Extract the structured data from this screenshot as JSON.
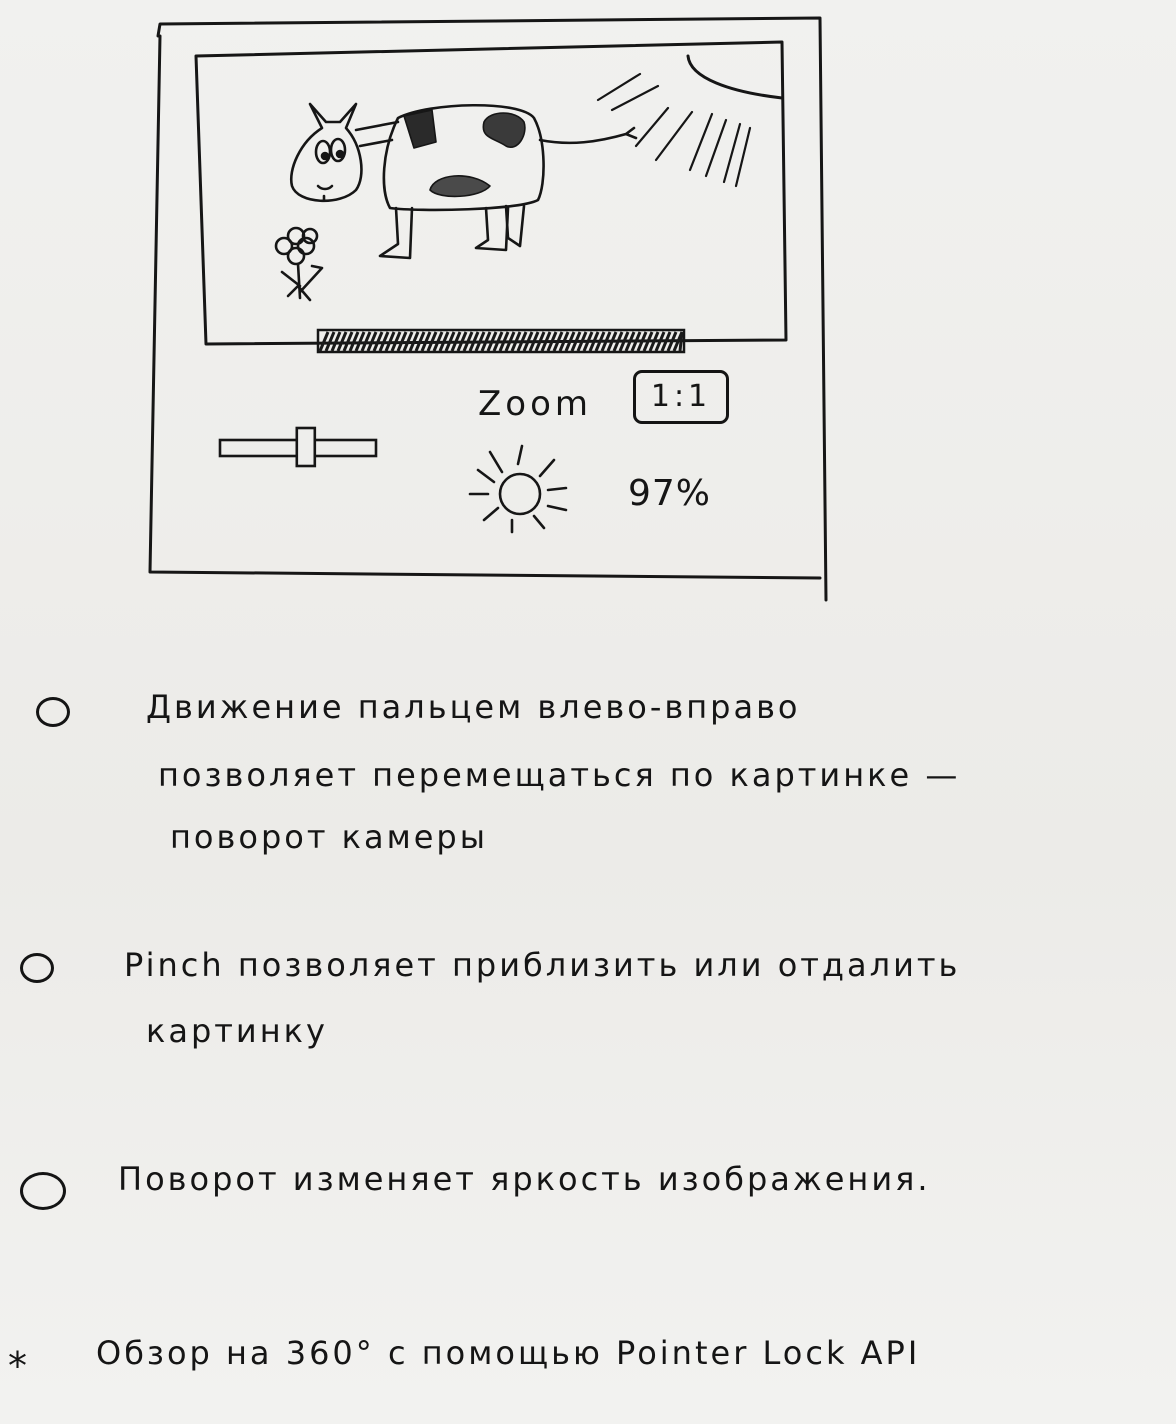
{
  "controls": {
    "zoom_label": "Zoom",
    "zoom_value": "1:1",
    "brightness_value": "97%",
    "slider_level": 0.55,
    "scrollbar_fill": 1.0
  },
  "notes": {
    "item1_lines": [
      "Движение пальцем влево-вправо",
      "позволяет перемещаться по картинке —",
      "поворот камеры"
    ],
    "item2_lines": [
      "Pinch позволяет приблизить или отдалить",
      "картинку"
    ],
    "item3_lines": [
      "Поворот изменяет яркость изображения."
    ],
    "star_mark": "*",
    "item4_lines": [
      "Обзор на 360° с помощью Pointer Lock API"
    ]
  },
  "icons": {
    "scene": "cow-drawing",
    "sun": "sun-icon",
    "brightness": "brightness-icon",
    "bullet": "circle-bullet-icon"
  }
}
